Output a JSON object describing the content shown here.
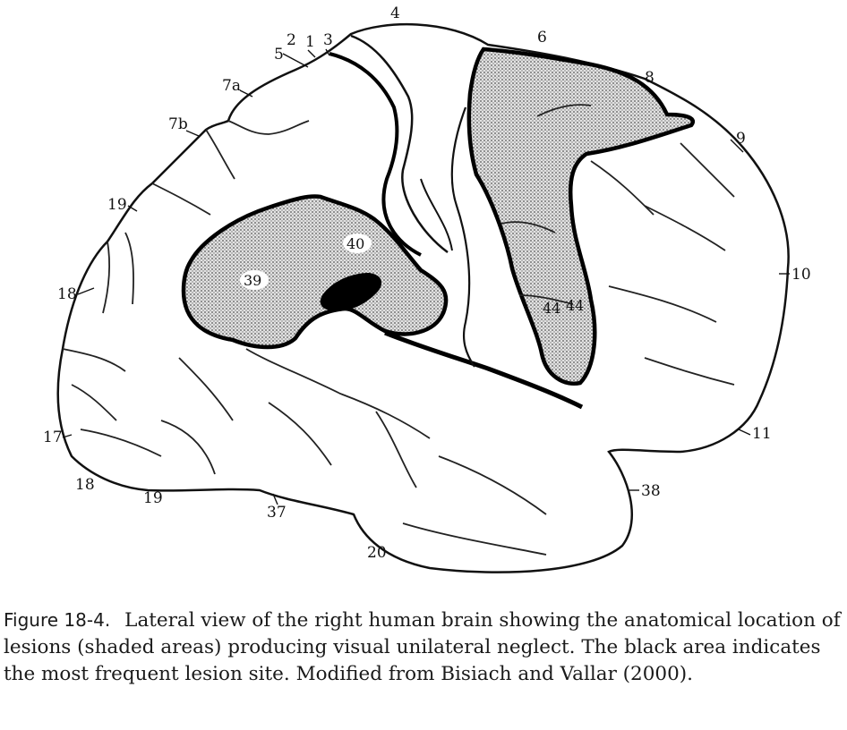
{
  "figure": {
    "area_labels": {
      "a1": "1",
      "a2": "2",
      "a3": "3",
      "a4": "4",
      "a5": "5",
      "a6": "6",
      "a7a": "7a",
      "a7b": "7b",
      "a8": "8",
      "a9": "9",
      "a10": "10",
      "a11": "11",
      "a17": "17",
      "a18_top": "18",
      "a18_bottom": "18",
      "a19_top": "19",
      "a19_bottom": "19",
      "a20": "20",
      "a37": "37",
      "a38": "38",
      "a39": "39",
      "a40": "40",
      "a44_left": "44",
      "a44_right": "44"
    },
    "colors": {
      "lesion_fill": "#c8c8c8",
      "frequent_site": "#000000",
      "outline": "#111111"
    }
  },
  "caption": {
    "label": "Figure 18-4.",
    "text": "Lateral view of the right human brain showing the anatomical location of lesions (shaded areas) producing visual unilateral neglect. The black area indicates the most frequent lesion site. Modified from Bisiach and Vallar (2000)."
  }
}
